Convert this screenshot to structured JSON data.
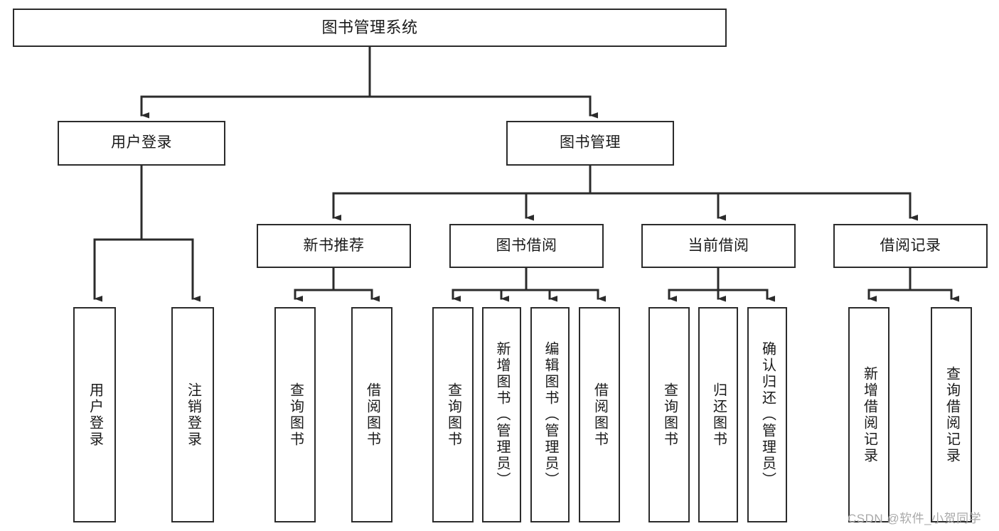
{
  "diagram": {
    "type": "tree-hierarchy",
    "title": "图书管理系统",
    "root": {
      "label": "图书管理系统"
    },
    "level1": [
      {
        "id": "user-login",
        "label": "用户登录"
      },
      {
        "id": "book-management",
        "label": "图书管理"
      }
    ],
    "level2": [
      {
        "id": "new-book-recommend",
        "label": "新书推荐",
        "parent": "book-management"
      },
      {
        "id": "book-borrow",
        "label": "图书借阅",
        "parent": "book-management"
      },
      {
        "id": "current-borrow",
        "label": "当前借阅",
        "parent": "book-management"
      },
      {
        "id": "borrow-record",
        "label": "借阅记录",
        "parent": "book-management"
      }
    ],
    "leaves": [
      {
        "id": "leaf-user-login",
        "label": "用户登录",
        "parent": "user-login"
      },
      {
        "id": "leaf-user-logout",
        "label": "注销登录",
        "parent": "user-login"
      },
      {
        "id": "leaf-query-book-1",
        "label": "查询图书",
        "parent": "new-book-recommend"
      },
      {
        "id": "leaf-borrow-book-1",
        "label": "借阅图书",
        "parent": "new-book-recommend"
      },
      {
        "id": "leaf-query-book-2",
        "label": "查询图书",
        "parent": "book-borrow"
      },
      {
        "id": "leaf-add-book",
        "label": "新增图书（管理员）",
        "parent": "book-borrow"
      },
      {
        "id": "leaf-edit-book",
        "label": "编辑图书（管理员）",
        "parent": "book-borrow"
      },
      {
        "id": "leaf-borrow-book-2",
        "label": "借阅图书",
        "parent": "book-borrow"
      },
      {
        "id": "leaf-query-book-3",
        "label": "查询图书",
        "parent": "current-borrow"
      },
      {
        "id": "leaf-return-book",
        "label": "归还图书",
        "parent": "current-borrow"
      },
      {
        "id": "leaf-confirm-return",
        "label": "确认归还（管理员）",
        "parent": "current-borrow"
      },
      {
        "id": "leaf-add-record",
        "label": "新增借阅记录",
        "parent": "borrow-record"
      },
      {
        "id": "leaf-query-record",
        "label": "查询借阅记录",
        "parent": "borrow-record"
      }
    ],
    "colors": {
      "border": "#2b2b2b",
      "background": "#ffffff",
      "text": "#1a1a1a",
      "connector": "#2b2b2b",
      "watermark": "#a9a9a9"
    }
  },
  "watermark": {
    "text": "CSDN @软件_小贺同学"
  }
}
